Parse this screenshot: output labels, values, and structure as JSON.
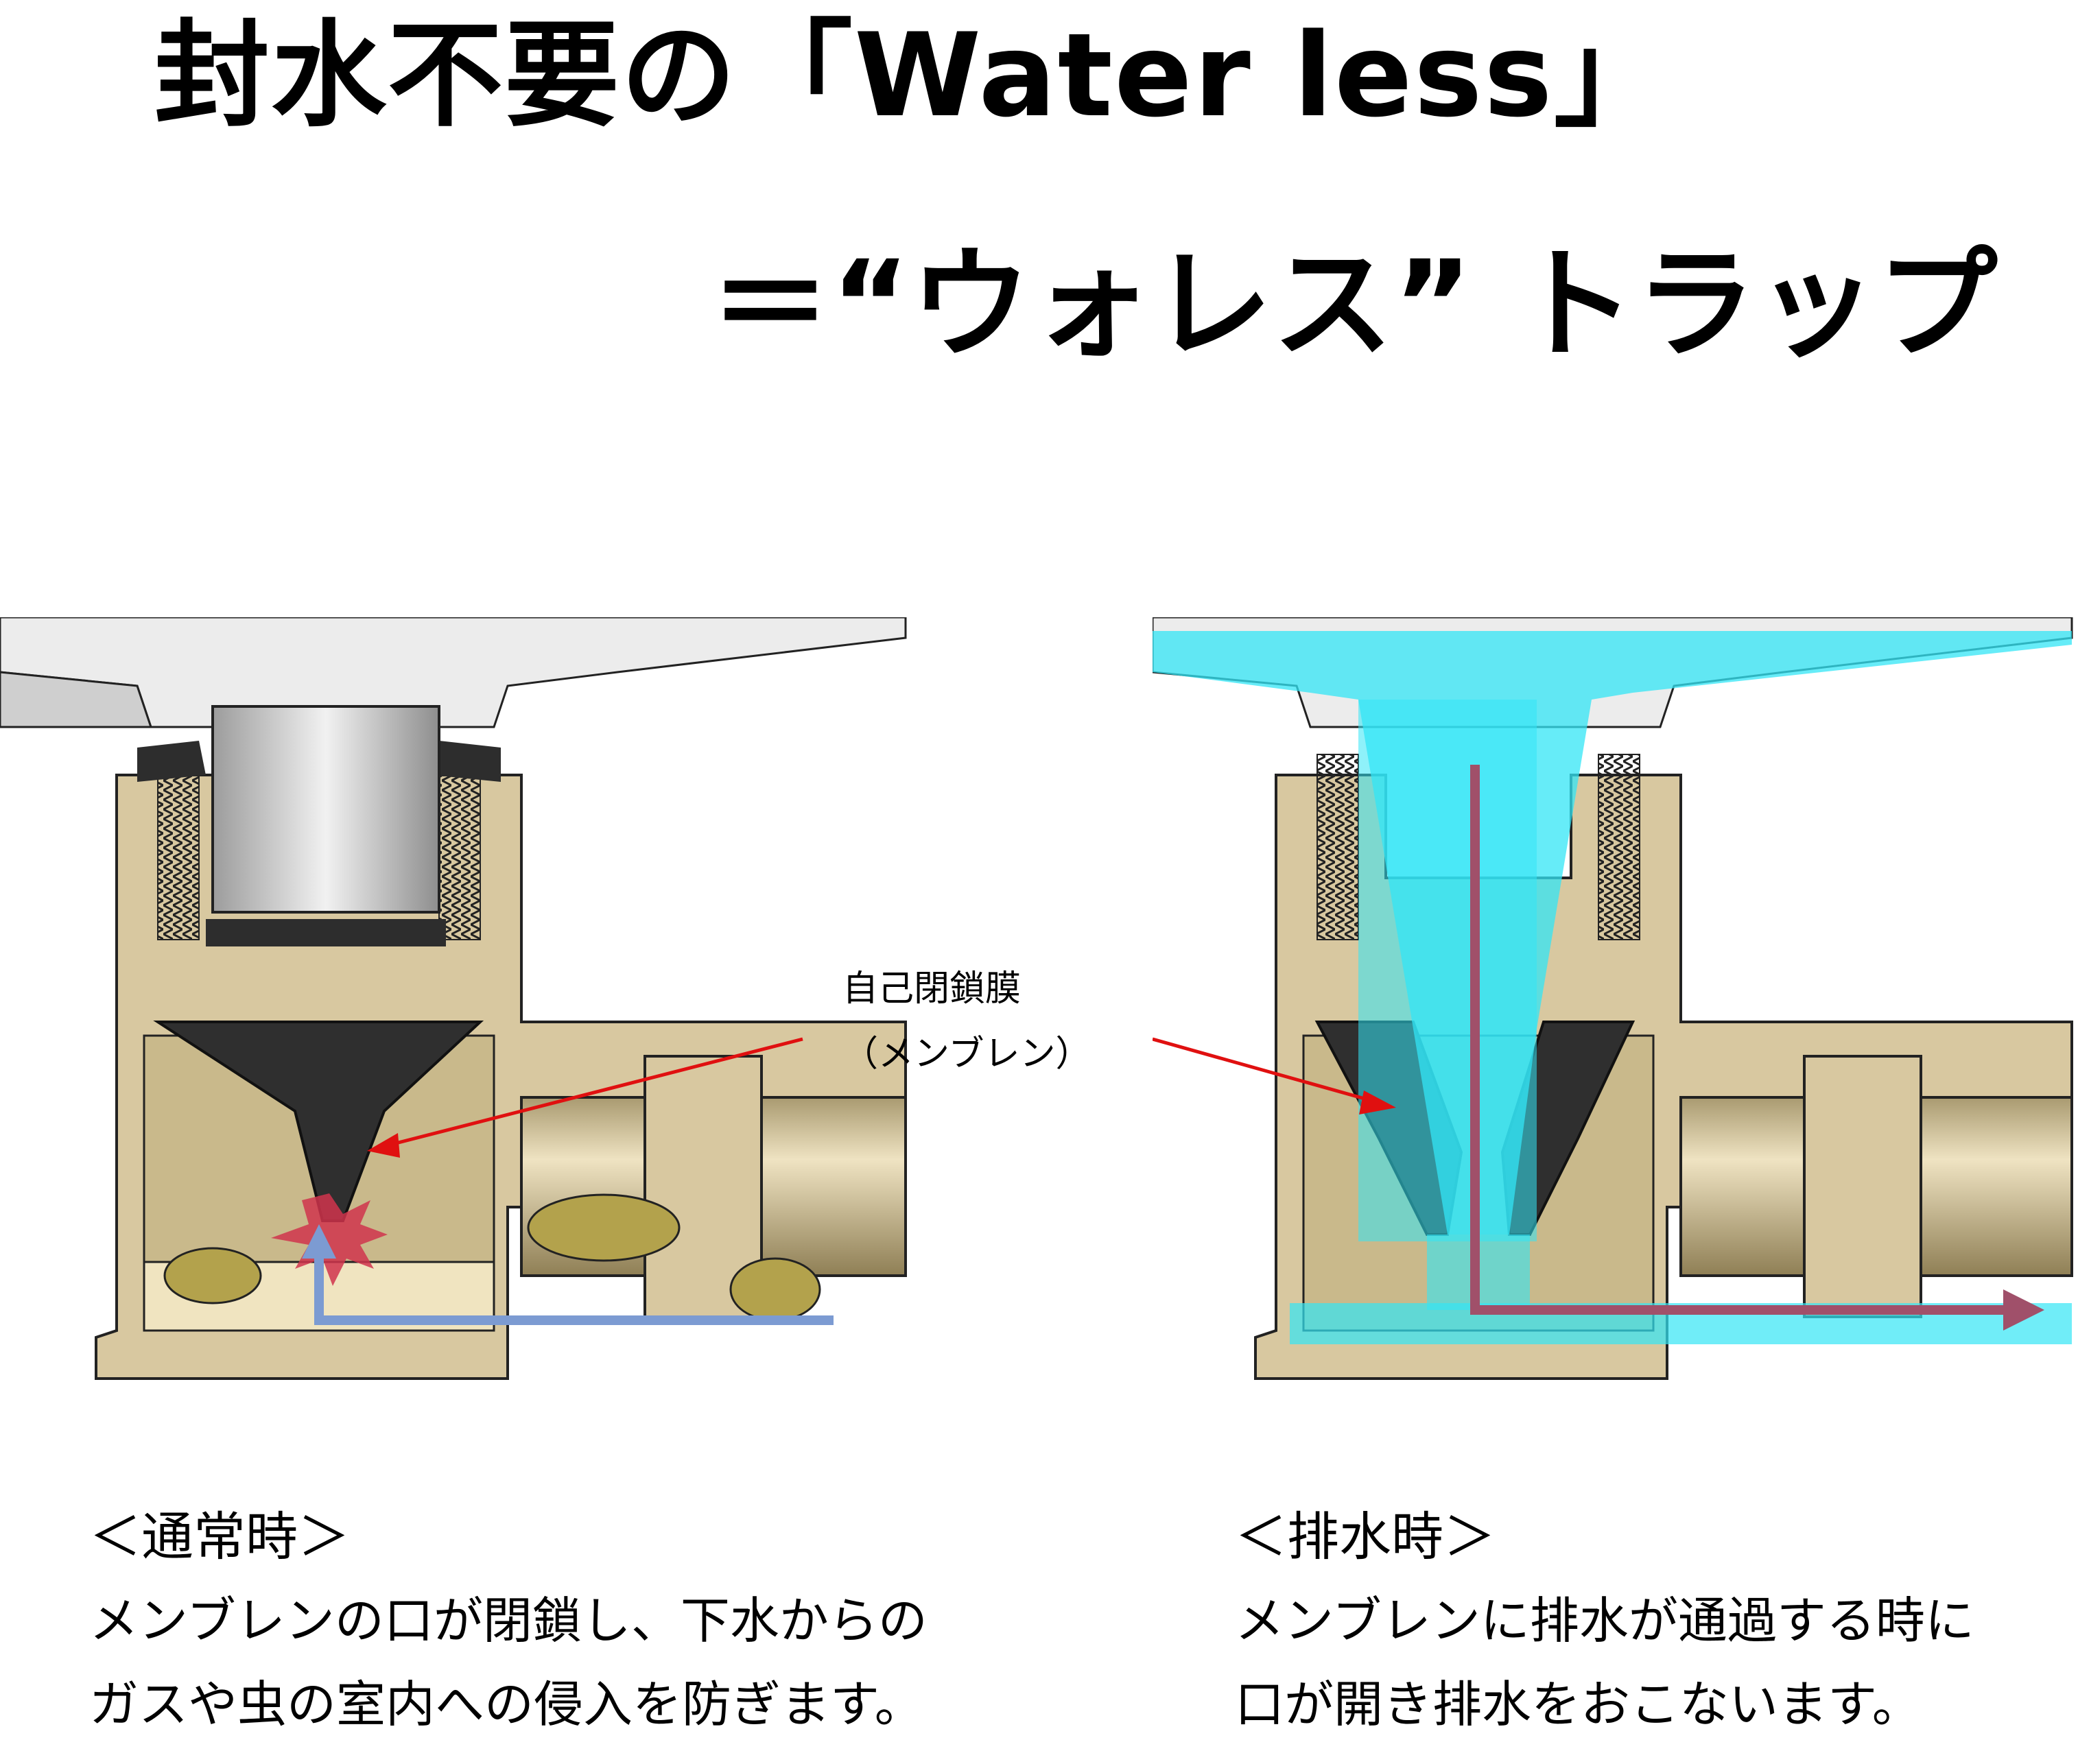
{
  "title": {
    "line1": "封水不要の「Water less」",
    "line2": "＝“ウォレス” トラップ"
  },
  "callout": {
    "line1": "自己閉鎖膜",
    "line2": "（メンブレン）"
  },
  "left_panel": {
    "heading": "＜通常時＞",
    "line1": "メンブレンの口が閉鎖し、下水からの",
    "line2": "ガスや虫の室内への侵入を防ぎます。"
  },
  "right_panel": {
    "heading": "＜排水時＞",
    "line1": "メンブレンに排水が通過する時に",
    "line2": "口が開き排水をおこないます。"
  },
  "colors": {
    "brass": "#d8c8a0",
    "brass_dark": "#b7a67c",
    "membrane": "#2f2f2f",
    "steel": "#c9c9c9",
    "water": "#33e6f5",
    "sludge": "#b3a24c",
    "arrow_red": "#e01010",
    "arrow_blue": "#7c9bd2",
    "arrow_purple": "#a0506a"
  }
}
